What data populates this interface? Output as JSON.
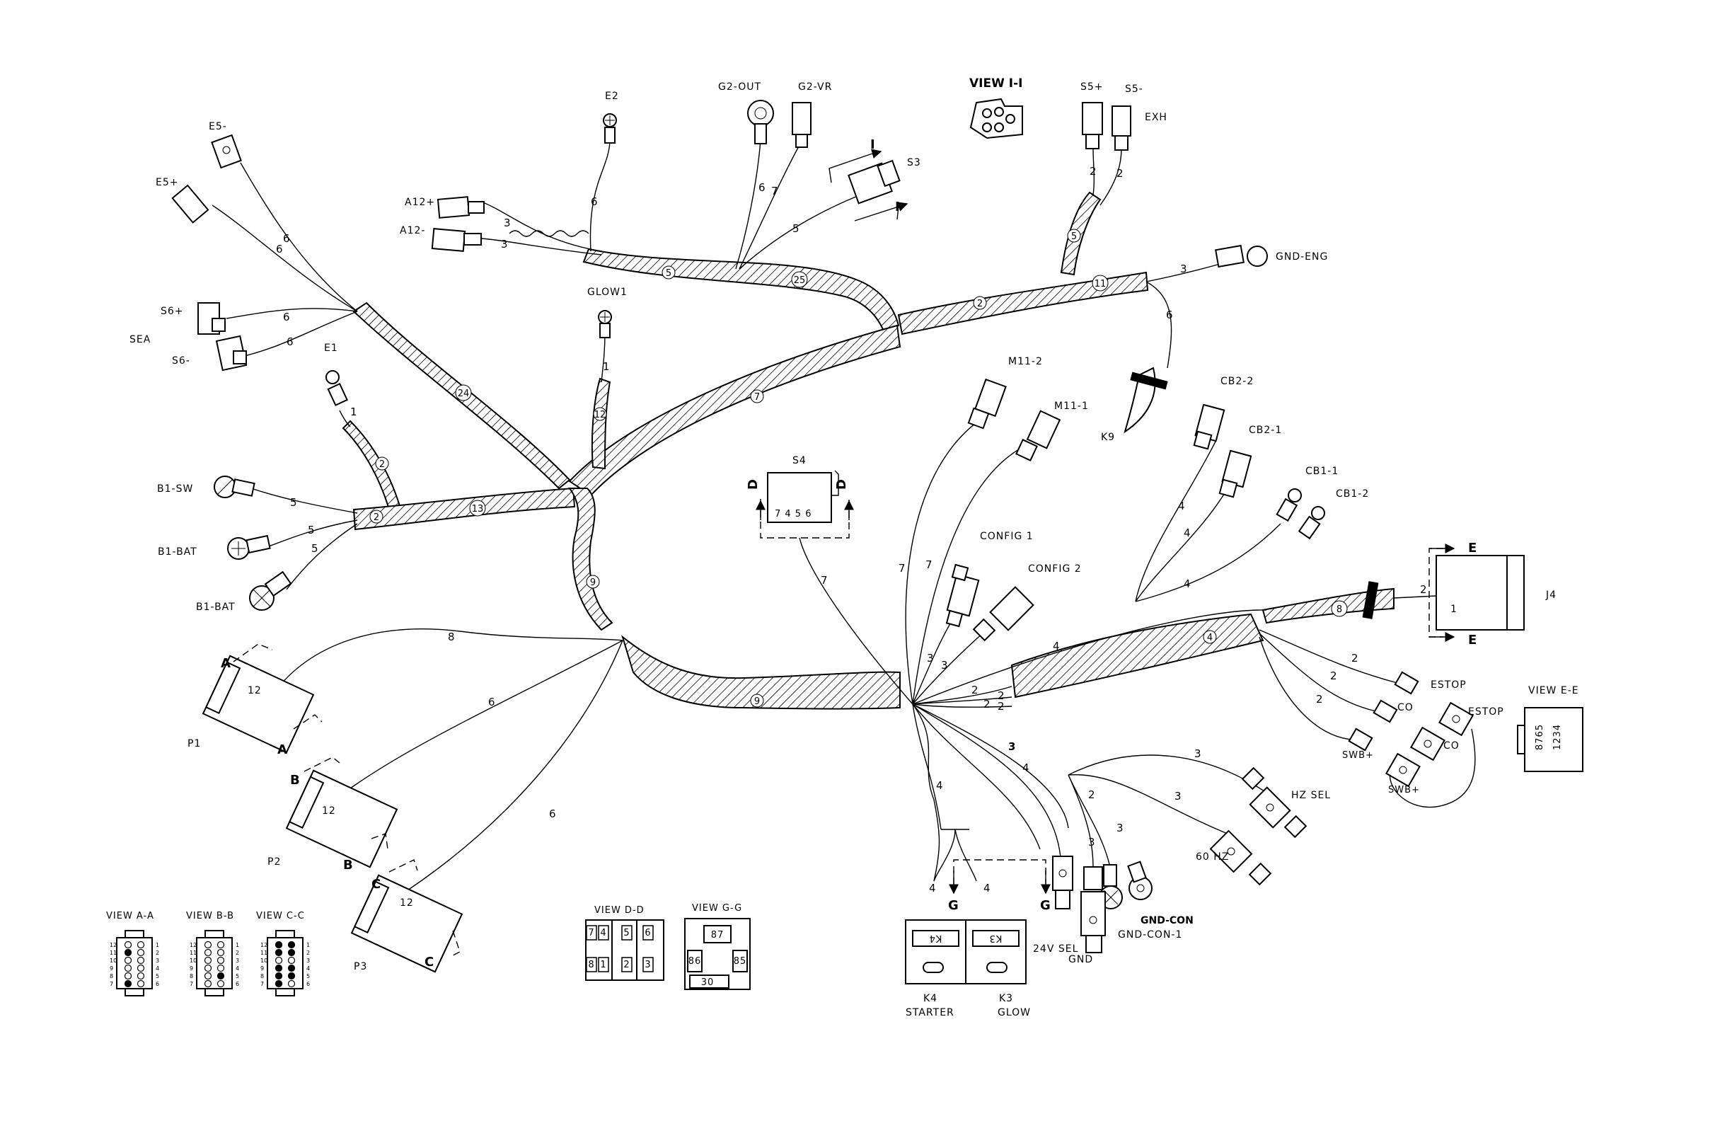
{
  "components": {
    "e2": "E2",
    "e5_minus": "E5-",
    "e5_plus": "E5+",
    "g2_out": "G2-OUT",
    "g2_vr": "G2-VR",
    "view_i": "VIEW I-I",
    "s5_plus": "S5+",
    "s5_minus": "S5-",
    "exh": "EXH",
    "a12_plus": "A12+",
    "a12_minus": "A12-",
    "s3": "S3",
    "gnd_eng": "GND-ENG",
    "glow1": "GLOW1",
    "s6_plus": "S6+",
    "sea": "SEA",
    "s6_minus": "S6-",
    "e1": "E1",
    "m11_2": "M11-2",
    "m11_1": "M11-1",
    "k9": "K9",
    "cb2_2": "CB2-2",
    "cb2_1": "CB2-1",
    "cb1_1": "CB1-1",
    "cb1_2": "CB1-2",
    "b1_sw": "B1-SW",
    "b1_bat_1": "B1-BAT",
    "b1_bat_2": "B1-BAT",
    "s4": "S4",
    "config1": "CONFIG 1",
    "config2": "CONFIG 2",
    "j4": "J4",
    "p1": "P1",
    "p2": "P2",
    "p3": "P3",
    "estop_1": "ESTOP",
    "estop_2": "ESTOP",
    "co_1": "CO",
    "co_2": "CO",
    "swb_1": "SWB+",
    "swb_2": "SWB+",
    "view_e": "VIEW E-E",
    "hz_sel": "HZ SEL",
    "hz60": "60 HZ",
    "gnd_con": "GND-CON",
    "gnd_con_1": "GND-CON-1",
    "gnd": "GND",
    "v24_sel": "24V SEL",
    "k4": "K4",
    "starter": "STARTER",
    "k3": "K3",
    "glow": "GLOW",
    "view_a": "VIEW A-A",
    "view_b": "VIEW B-B",
    "view_c": "VIEW C-C",
    "view_d": "VIEW D-D",
    "view_g": "VIEW G-G"
  },
  "section_letters": {
    "i": "I",
    "d": "D",
    "e": "E",
    "a": "A",
    "b": "B",
    "c": "C",
    "g": "G"
  },
  "bundle_numbers": {
    "b5": "5",
    "b25": "25",
    "b2_top": "2",
    "b11": "11",
    "b5_s5": "5",
    "b24": "24",
    "b7": "7",
    "b12": "12",
    "b2_e1": "2",
    "b2_left": "2",
    "b13": "13",
    "b9_vert": "9",
    "b9_bottom": "9",
    "b4": "4",
    "b8": "8"
  },
  "wire_counts": {
    "w_e2": "6",
    "w_e5_a": "6",
    "w_e5_b": "6",
    "w_g2_a": "6",
    "w_g2_b": "7",
    "w_s3": "5",
    "w_a12_a": "3",
    "w_a12_b": "3",
    "w_s5_a": "2",
    "w_s5_b": "2",
    "w_gnd_eng": "3",
    "w_k9": "6",
    "w_s6_a": "6",
    "w_s6_b": "6",
    "w_glow1": "1",
    "w_e1": "1",
    "w_b1sw": "5",
    "w_b1bat1": "5",
    "w_b1bat2": "5",
    "w_p1": "8",
    "w_p2": "6",
    "w_p3": "6",
    "w_s4": "7",
    "w_m11_2": "7",
    "w_m11_1": "7",
    "w_cfg1": "3",
    "w_cfg2": "3",
    "w_main4": "4",
    "w_cb_a": "4",
    "w_cb_b": "4",
    "w_cb_c": "4",
    "w_j4": "2",
    "w_hub_a": "2",
    "w_hub_b": "2",
    "w_hub_c": "2",
    "w_hub_d": "2",
    "w_estop": "2",
    "w_co": "2",
    "w_swb": "2",
    "w_hz3": "3",
    "w_hzsel": "3",
    "w_60hz": "3",
    "w_k4": "4",
    "w_k3a": "4",
    "w_k3b": "4",
    "w_k4b": "4",
    "w_gndcon_2": "2",
    "w_gndcon_3": "3",
    "w_gnd3": "3",
    "w_24v": "4",
    "w_p1_12": "12",
    "w_p2_12": "12",
    "w_p3_12": "12",
    "w_j4_1": "1"
  },
  "view_pins": {
    "left": [
      "12",
      "11",
      "10",
      "9",
      "8",
      "7"
    ],
    "right": [
      "1",
      "2",
      "3",
      "4",
      "5",
      "6"
    ]
  },
  "view_d_pins": [
    "7",
    "4",
    "5",
    "6",
    "8",
    "1",
    "2",
    "3"
  ],
  "view_g_pins": [
    "87",
    "86",
    "85",
    "30"
  ],
  "view_e_pins_top": "8765",
  "view_e_pins_bottom": "1234",
  "s4_pins": "7 4 5 6",
  "relay_labels": {
    "k4_box": "K4",
    "k3_box": "K3"
  }
}
